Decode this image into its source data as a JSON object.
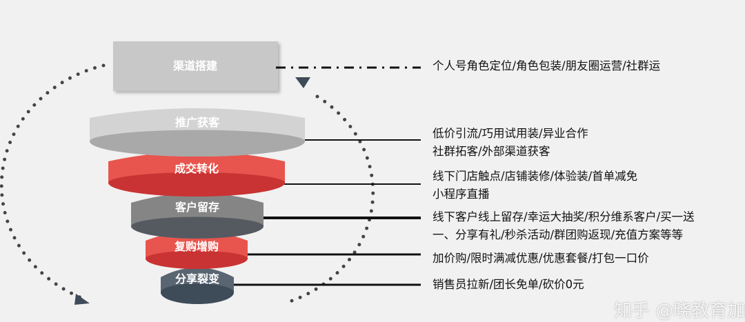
{
  "top_box": {
    "label": "渠道搭建",
    "description": "个人号角色定位/角色包装/朋友圈运营/社群运"
  },
  "tiers": [
    {
      "label": "推广获客",
      "lines": [
        "低价引流/巧用试用装/异业合作",
        "社群拓客/外部渠道获客"
      ],
      "color": "#d3d3d3",
      "dark": "#a9a9a9"
    },
    {
      "label": "成交转化",
      "lines": [
        "线下门店触点/店铺装修/体验装/首单减免",
        "小程序直播"
      ],
      "color": "#e8554e",
      "dark": "#c93333"
    },
    {
      "label": "客户留存",
      "lines": [
        "线下客户线上留存/幸运大抽奖/积分维系客户/买一送",
        "一、分享有礼/秒杀活动/群团购返现/充值方案等等"
      ],
      "color": "#858585",
      "dark": "#555a61"
    },
    {
      "label": "复购增购",
      "lines": [
        "加价购/限时满减优惠/优惠套餐/打包一口价"
      ],
      "color": "#e8554e",
      "dark": "#c93333"
    },
    {
      "label": "分享裂变",
      "lines": [
        "销售员拉新/团长免单/砍价0元"
      ],
      "color": "#5a6572",
      "dark": "#3e4b59"
    }
  ],
  "watermark": "知乎 @晓教育加"
}
